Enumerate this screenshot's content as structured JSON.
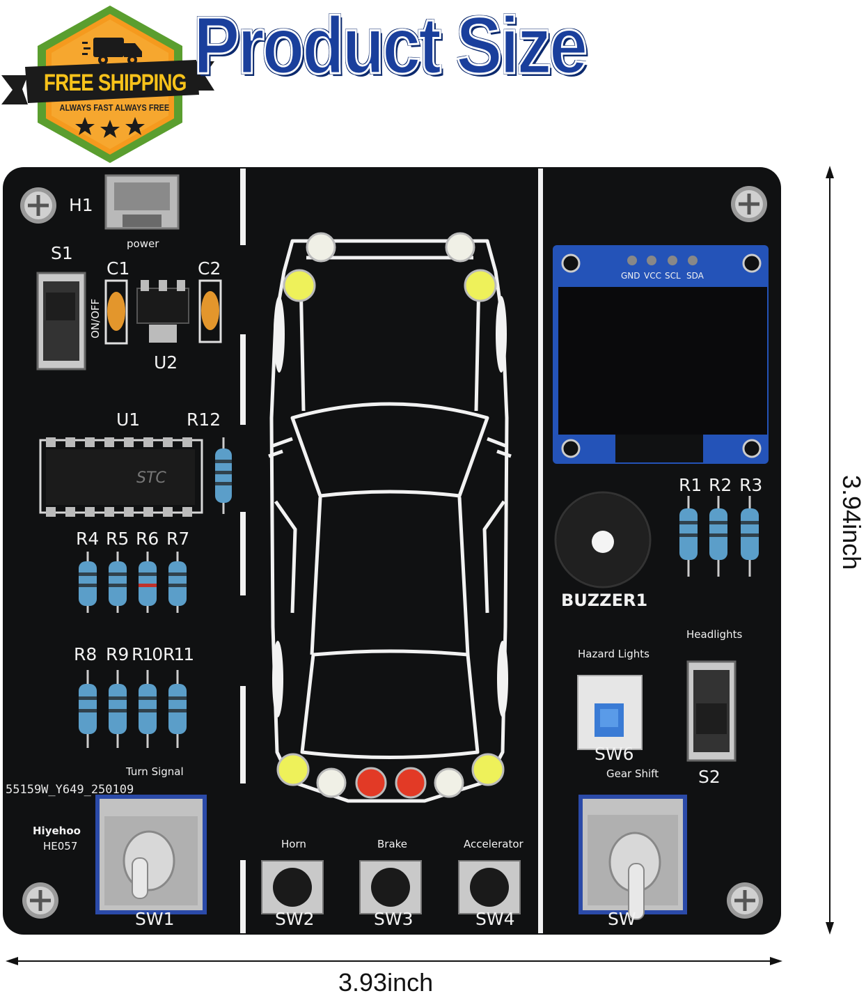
{
  "title": "Product Size",
  "badge": {
    "headline": "FREE SHIPPING",
    "tagline": "ALWAYS FAST  ALWAYS FREE",
    "icon": "truck-icon",
    "colors": {
      "frame": "#5a9e2f",
      "fill": "#f59a1e",
      "banner": "#1b1b1b"
    }
  },
  "board": {
    "labels": {
      "h1": "H1",
      "power": "power",
      "s1": "S1",
      "onoff": "ON/OFF",
      "c1": "C1",
      "c2": "C2",
      "u2": "U2",
      "u1": "U1",
      "r12": "R12",
      "chip": "STC",
      "r_row1": [
        "R4",
        "R5",
        "R6",
        "R7"
      ],
      "r_row2": [
        "R8",
        "R9",
        "R10",
        "R11"
      ],
      "turn_signal": "Turn Signal",
      "serial": "55159W_Y649_250109",
      "brand": "Hiyehoo",
      "model": "HE057",
      "sw1": "SW1",
      "horn": "Horn",
      "brake": "Brake",
      "accelerator": "Accelerator",
      "sw2": "SW2",
      "sw3": "SW3",
      "sw4": "SW4",
      "oled_pins": [
        "GND",
        "VCC",
        "SCL",
        "SDA"
      ],
      "r_right": [
        "R1",
        "R2",
        "R3"
      ],
      "buzzer": "BUZZER1",
      "headlights": "Headlights",
      "hazard": "Hazard Lights",
      "sw6": "SW6",
      "gear_shift": "Gear Shift",
      "s2": "S2",
      "sw5": "SW"
    }
  },
  "dimensions": {
    "width": "3.93inch",
    "height": "3.94inch"
  }
}
